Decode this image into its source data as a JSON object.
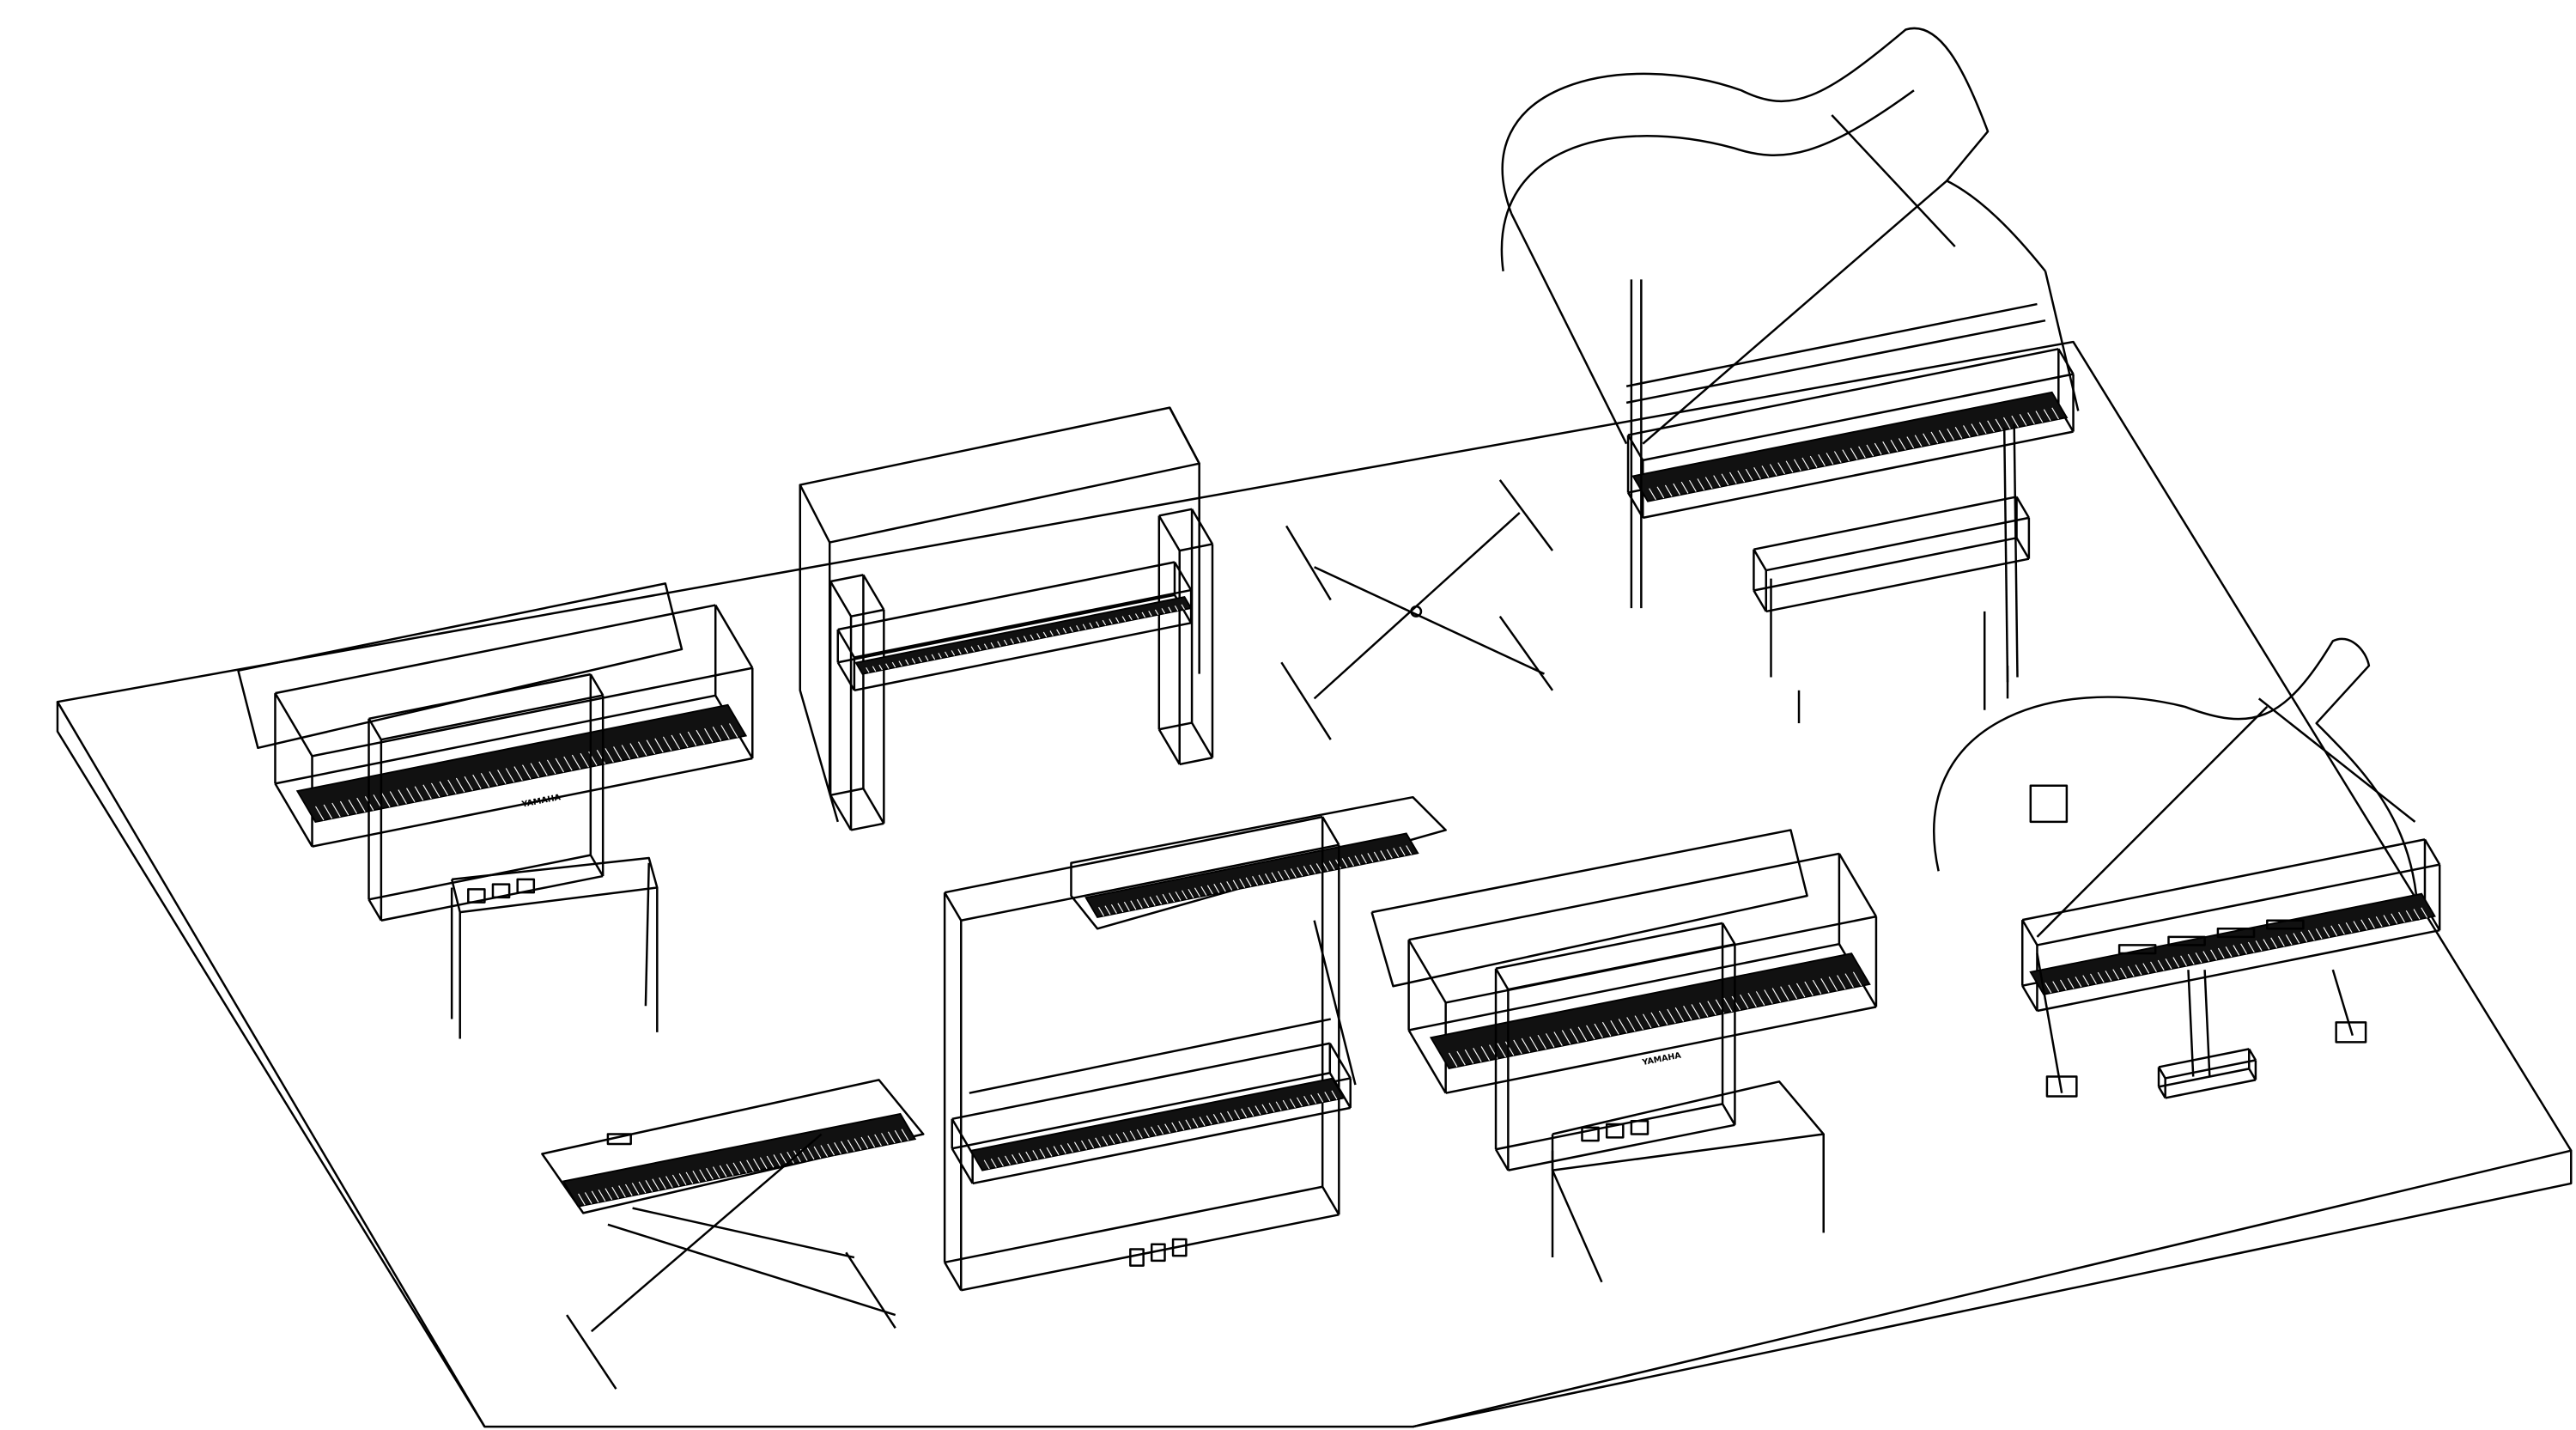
{
  "drawing": {
    "style": "wireframe isometric",
    "line_color": "#000000",
    "background": "#ffffff",
    "objects": [
      "digital-piano",
      "upright-piano",
      "keyboard-x-stand",
      "grand-piano",
      "piano-bench",
      "stage-piano",
      "upright-piano",
      "digital-piano",
      "grand-piano",
      "keyboard-on-x-stand"
    ]
  },
  "labels": {
    "brand_1": "YAMAHA",
    "brand_2": "YAMAHA"
  }
}
